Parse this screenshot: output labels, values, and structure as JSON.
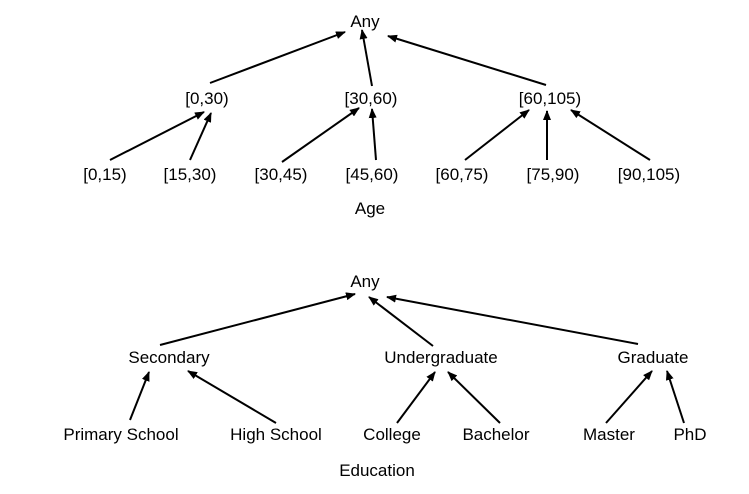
{
  "age_tree": {
    "caption": "Age",
    "root": "Any",
    "level1": [
      "[0,30)",
      "[30,60)",
      "[60,105)"
    ],
    "level2": [
      "[0,15)",
      "[15,30)",
      "[30,45)",
      "[45,60)",
      "[60,75)",
      "[75,90)",
      "[90,105)"
    ]
  },
  "education_tree": {
    "caption": "Education",
    "root": "Any",
    "level1": [
      "Secondary",
      "Undergraduate",
      "Graduate"
    ],
    "level2": [
      "Primary School",
      "High School",
      "College",
      "Bachelor",
      "Master",
      "PhD"
    ]
  },
  "colors": {
    "text": "#000000",
    "arrow": "#000000",
    "background": "#ffffff"
  }
}
